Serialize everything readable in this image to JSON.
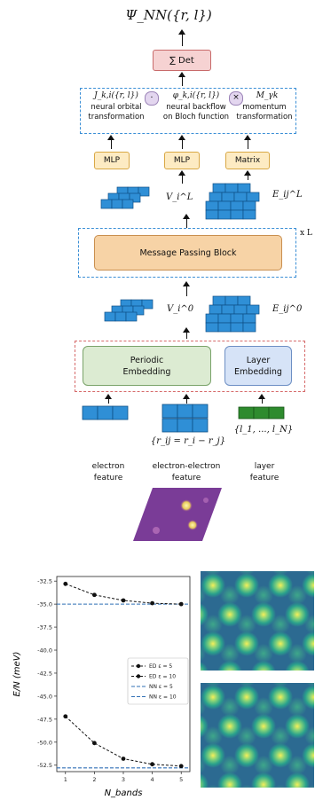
{
  "diagram": {
    "output_formula": "Ψ_NN({r, l})",
    "det_label": "∑ Det",
    "head_row": [
      {
        "symbol": "J_k,i({r, l})",
        "label": "neural orbital\ntransformation"
      },
      {
        "symbol": "φ_k,i({r, l})",
        "label": "neural backflow\non Bloch function"
      },
      {
        "symbol": "M_γk",
        "label": "momentum\ntransformation"
      }
    ],
    "op_dot": "·",
    "op_times": "×",
    "small_boxes": [
      "MLP",
      "MLP",
      "Matrix"
    ],
    "v_L": "V_i^L",
    "e_L": "E_ij^L",
    "repeat": "x L",
    "mpb": "Message Passing Block",
    "v_0": "V_i^0",
    "e_0": "E_ij^0",
    "periodic_embedding": "Periodic\nEmbedding",
    "layer_embedding": "Layer\nEmbedding",
    "rij_formula": "{r_ij = r_i − r_j}",
    "l_formula": "{l_1, ..., l_N}",
    "features": [
      "electron\nfeature",
      "electron-electron\nfeature",
      "layer\nfeature"
    ]
  },
  "chart_data": {
    "type": "line",
    "xlabel": "N_bands",
    "ylabel": "E/N (meV)",
    "x": [
      1,
      2,
      3,
      4,
      5
    ],
    "xlim": [
      0.7,
      5.3
    ],
    "ylim": [
      -53.2,
      -32.0
    ],
    "yticks": [
      -32.5,
      -35.0,
      -37.5,
      -40.0,
      -42.5,
      -45.0,
      -47.5,
      -50.0,
      -52.5
    ],
    "ytick_labels": [
      "-32.5",
      "-35.0",
      "-37.5",
      "-40.0",
      "-42.5",
      "-45.0",
      "-47.5",
      "-50.0",
      "-52.5"
    ],
    "xtick_labels": [
      "1",
      "2",
      "3",
      "4",
      "5"
    ],
    "series": [
      {
        "name": "ED ε = 5",
        "kind": "ed",
        "values": [
          -32.8,
          -34.0,
          -34.6,
          -34.9,
          -35.0
        ]
      },
      {
        "name": "ED ε = 10",
        "kind": "ed",
        "values": [
          -47.2,
          -50.1,
          -51.8,
          -52.4,
          -52.6
        ]
      },
      {
        "name": "NN ε = 5",
        "kind": "nn",
        "value": -35.0
      },
      {
        "name": "NN ε = 10",
        "kind": "nn",
        "value": -52.8
      }
    ],
    "legend_position": "center-right",
    "colors": {
      "ed": "#111111",
      "nn": "#2f6fb5"
    }
  },
  "colors": {
    "det_fill": "#f6d2d2",
    "det_border": "#c86a6a",
    "mlp_fill": "#fdebc3",
    "mlp_border": "#d9a845",
    "mpb_fill": "#f7d3a6",
    "mpb_border": "#c98f4f",
    "periodic_fill": "#dcebd2",
    "periodic_border": "#7aa36a",
    "layer_fill": "#d6e3f7",
    "layer_border": "#6d8fc4",
    "block_blue": "#2f8fd6",
    "green": "#2e8b2e",
    "dashed_blue": "#3b8fd6",
    "dashed_red": "#d66b6b"
  }
}
